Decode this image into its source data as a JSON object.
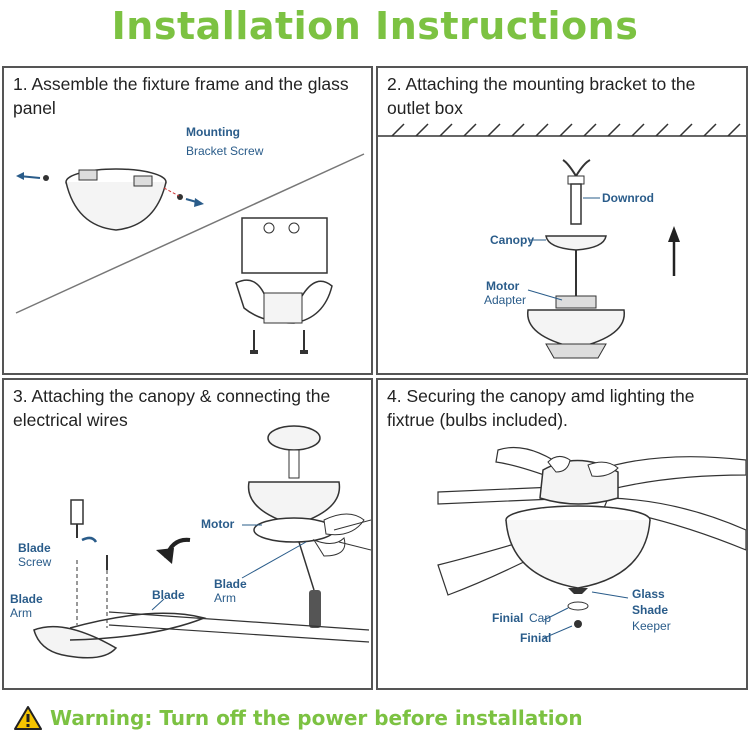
{
  "header": {
    "title": "Installation Instructions"
  },
  "steps": [
    {
      "title": "1. Assemble the fixture frame and the glass panel",
      "labels": {
        "mounting_bold": "Mounting",
        "mounting_rest": "Bracket Screw"
      }
    },
    {
      "title": "2. Attaching the mounting bracket to the outlet box",
      "labels": {
        "downrod": "Downrod",
        "canopy": "Canopy",
        "motor_bold": "Motor",
        "motor_rest": "Adapter"
      }
    },
    {
      "title": "3. Attaching the canopy & connecting the electrical wires",
      "labels": {
        "motor": "Motor",
        "blade_screw_bold": "Blade",
        "blade_screw_rest": "Screw",
        "blade_arm_bold": "Blade",
        "blade_arm_rest": "Arm",
        "blade": "Blade",
        "blade_arm2_bold": "Blade",
        "blade_arm2_rest": "Arm"
      }
    },
    {
      "title": "4. Securing the canopy amd lighting the fixtrue (bulbs included).",
      "labels": {
        "finial_cap_bold": "Finial",
        "finial_cap_rest": "Cap",
        "finial": "Finial",
        "glass_bold_1": "Glass",
        "glass_bold_2": "Shade",
        "glass_rest": "Keeper"
      }
    }
  ],
  "footer": {
    "warning": "Warning: Turn off the power before installation"
  },
  "colors": {
    "title_green": "#7cc242",
    "label_blue": "#2a5c8a",
    "warning_yellow": "#f5c400"
  },
  "icons": [
    "warning-icon",
    "arrow-up-icon",
    "curved-arrow-icon",
    "screw-icon"
  ]
}
